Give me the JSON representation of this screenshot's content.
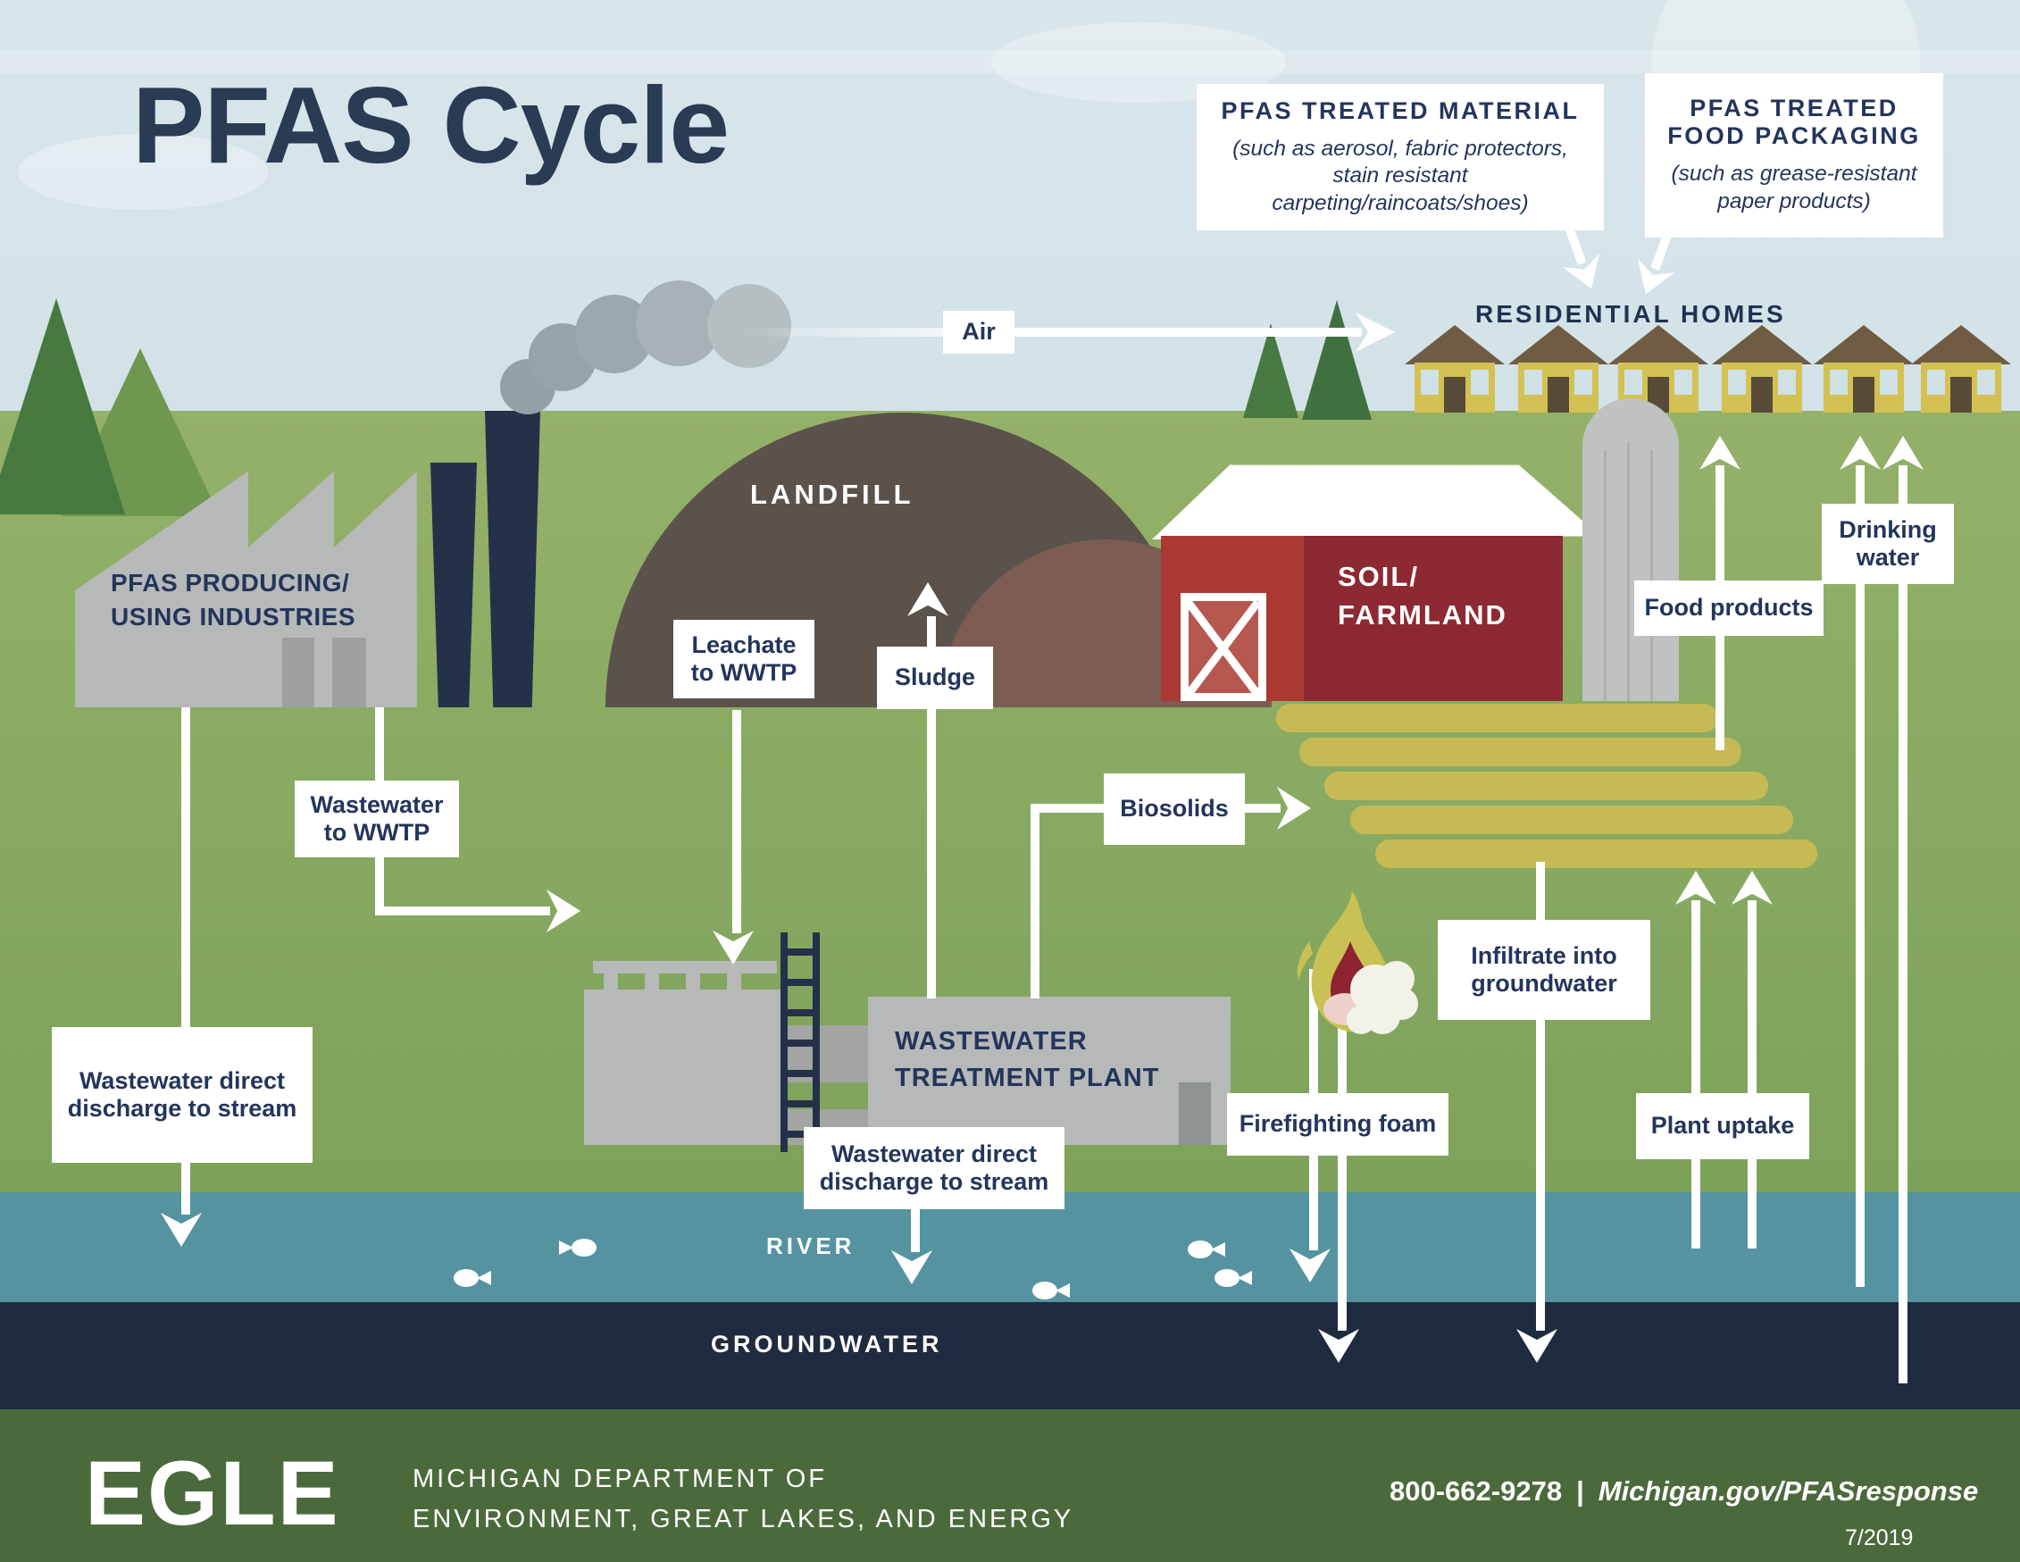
{
  "title": "PFAS Cycle",
  "callout_material": {
    "title": "PFAS TREATED MATERIAL",
    "note": "(such as aerosol, fabric protectors, stain resistant carpeting/raincoats/shoes)"
  },
  "callout_packaging": {
    "title": "PFAS TREATED FOOD PACKAGING",
    "note": "(such as grease-resistant paper products)"
  },
  "labels": {
    "air": "Air",
    "residential_homes": "RESIDENTIAL HOMES",
    "landfill": "LANDFILL",
    "industries": "PFAS PRODUCING/\nUSING INDUSTRIES",
    "leachate": "Leachate to WWTP",
    "sludge": "Sludge",
    "wastewater_to_wwtp": "Wastewater to WWTP",
    "wwtp": "WASTEWATER\nTREATMENT PLANT",
    "soil_farmland": "SOIL/\nFARMLAND",
    "biosolids": "Biosolids",
    "food_products": "Food products",
    "drinking_water": "Drinking water",
    "infiltrate_groundwater": "Infiltrate into groundwater",
    "plant_uptake": "Plant uptake",
    "firefighting_foam": "Firefighting foam",
    "discharge_left": "Wastewater direct discharge to stream",
    "discharge_center": "Wastewater direct discharge to stream",
    "river": "RIVER",
    "groundwater": "GROUNDWATER"
  },
  "footer": {
    "logo": "EGLE",
    "dept_line1": "MICHIGAN DEPARTMENT OF",
    "dept_line2": "ENVIRONMENT, GREAT LAKES, AND ENERGY",
    "phone": "800-662-9278",
    "divider": "|",
    "url": "Michigan.gov/PFASresponse",
    "date": "7/2019"
  },
  "colors": {
    "sky": "#d2e2e8",
    "grass": "#8fac65",
    "river": "#5593a0",
    "groundwater_band": "#1f2b3f",
    "footer_bg": "#4b6a3c",
    "navy": "#24355c",
    "title_navy": "#2a3b54",
    "barn_red_front": "#aa3934",
    "barn_red_side": "#8d2932",
    "landfill_brown": "#5a524b",
    "landfill_brown_small": "#7c5c53",
    "house_yellow": "#d3c153",
    "crop_yellow": "#c6ba55",
    "factory_gray": "#b6b9b8",
    "stack_navy": "#243149",
    "white": "#ffffff"
  }
}
